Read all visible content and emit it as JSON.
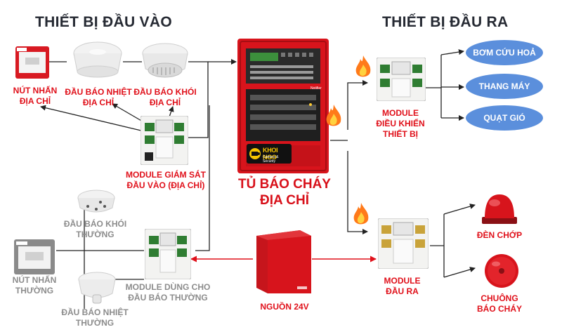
{
  "headings": {
    "input": "THIẾT BỊ ĐẦU VÀO",
    "output": "THIẾT BỊ ĐẦU RA"
  },
  "inputs": {
    "call_point_address": "NÚT NHẤN\nĐỊA CHỈ",
    "heat_detector_address": "ĐẦU BÁO NHIỆT\nĐỊA CHỈ",
    "smoke_detector_address": "ĐẦU BÁO KHÓI\nĐỊA CHỈ",
    "monitor_module": "MODULE GIÁM SÁT\nĐẦU VÀO (ĐỊA CHỈ)",
    "smoke_detector_conventional": "ĐẦU BÁO KHÓI\nTHƯỜNG",
    "call_point_conventional": "NÚT NHẤN\nTHƯỜNG",
    "heat_detector_conventional": "ĐẦU BÁO NHIỆT\nTHƯỜNG",
    "conventional_module": "MODULE DÙNG CHO\nĐẦU BÁO THƯỜNG"
  },
  "panel": {
    "title": "TỦ BÁO CHÁY\nĐỊA CHỈ",
    "logo_name": "KHOI NGO",
    "logo_sub": "Camera & Security",
    "brand": "Notifier"
  },
  "power": {
    "label": "NGUỒN 24V"
  },
  "outputs": {
    "control_module": "MODULE\nĐIỀU KHIỂN\nTHIẾT BỊ",
    "output_module": "MODULE\nĐẦU RA",
    "pump": "BƠM CỨU HOẢ",
    "elevator": "THANG MÁY",
    "fan": "QUẠT GIÓ",
    "strobe": "ĐÈN CHỚP",
    "bell": "CHUÔNG\nBÁO CHÁY"
  },
  "colors": {
    "label_red": "#e0101a",
    "label_gray": "#8c8c8c",
    "oval_blue": "#5b8fdc",
    "panel_red": "#d8141c",
    "heading": "#262a33"
  },
  "icons": [
    "fire-icon",
    "call-point-icon",
    "detector-icon",
    "module-icon",
    "strobe-icon",
    "bell-icon"
  ]
}
